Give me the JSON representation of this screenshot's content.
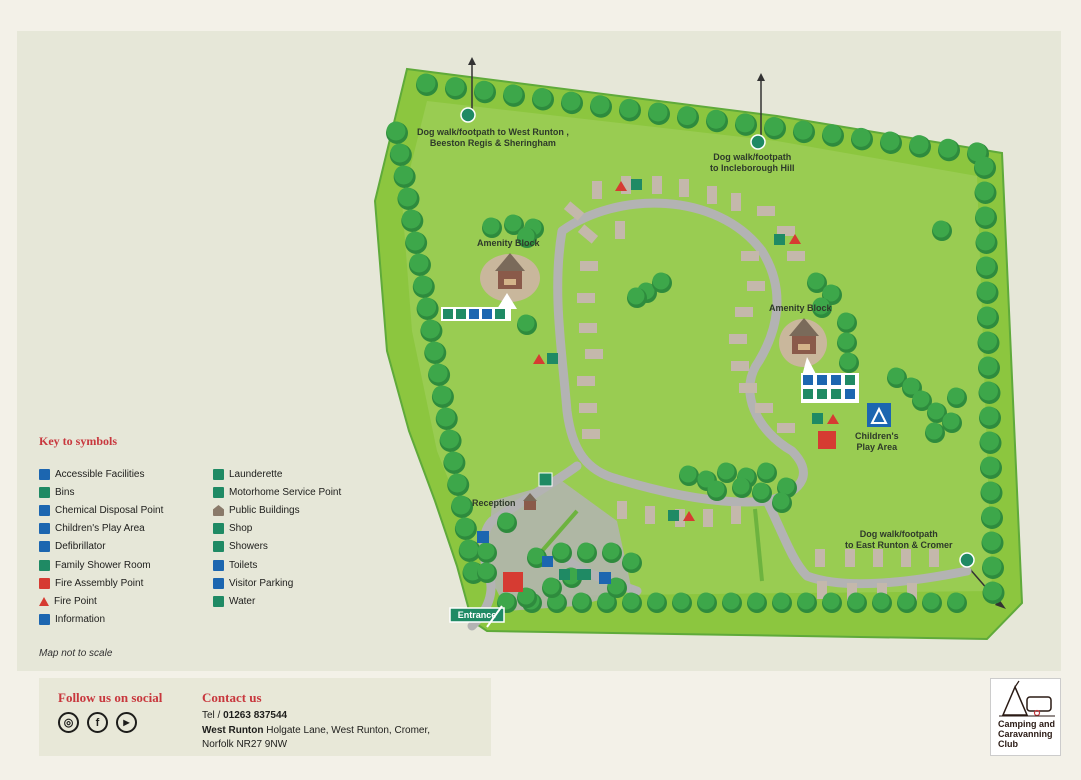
{
  "map": {
    "labels": {
      "dogwalk_west": "Dog walk/footpath to West Runton ,\nBeeston Regis & Sheringham",
      "dogwalk_north": "Dog walk/footpath\nto Incleborough Hill",
      "amenity_left": "Amenity Block",
      "amenity_right": "Amenity Block",
      "play_area": "Children's\nPlay Area",
      "reception": "Reception",
      "dogwalk_east": "Dog walk/footpath\nto East Runton & Cromer",
      "entrance": "Entrance"
    },
    "colors": {
      "grass": "#8cc63f",
      "road": "#b3b3b3",
      "pitch": "#c4b8ab",
      "tree": "#3da74a",
      "tree_dark": "#2e8b3d",
      "border": "#5faa3a"
    }
  },
  "key": {
    "title": "Key to symbols",
    "items_left": [
      {
        "label": "Accessible Facilities",
        "icon": "accessible-icon",
        "style": "blue"
      },
      {
        "label": "Bins",
        "icon": "bin-icon",
        "style": "green"
      },
      {
        "label": "Chemical Disposal Point",
        "icon": "chemical-disposal-icon",
        "style": "blue"
      },
      {
        "label": "Children's Play Area",
        "icon": "play-area-icon",
        "style": "blue"
      },
      {
        "label": "Defibrillator",
        "icon": "defibrillator-icon",
        "style": "blue"
      },
      {
        "label": "Family Shower Room",
        "icon": "family-shower-icon",
        "style": "green"
      },
      {
        "label": "Fire Assembly Point",
        "icon": "fire-assembly-icon",
        "style": "red"
      },
      {
        "label": "Fire Point",
        "icon": "fire-point-icon",
        "style": "tri"
      },
      {
        "label": "Information",
        "icon": "information-icon",
        "style": "blue"
      }
    ],
    "items_right": [
      {
        "label": "Launderette",
        "icon": "launderette-icon",
        "style": "green"
      },
      {
        "label": "Motorhome Service Point",
        "icon": "motorhome-service-icon",
        "style": "green"
      },
      {
        "label": "Public Buildings",
        "icon": "public-building-icon",
        "style": "bld"
      },
      {
        "label": "Shop",
        "icon": "shop-icon",
        "style": "green"
      },
      {
        "label": "Showers",
        "icon": "shower-icon",
        "style": "green"
      },
      {
        "label": "Toilets",
        "icon": "toilets-icon",
        "style": "blue"
      },
      {
        "label": "Visitor Parking",
        "icon": "parking-icon",
        "style": "blue"
      },
      {
        "label": "Water",
        "icon": "water-icon",
        "style": "green"
      }
    ]
  },
  "note": "Map not to scale",
  "footer": {
    "social_title": "Follow us on social",
    "social": [
      {
        "icon": "instagram-icon",
        "glyph": "◎"
      },
      {
        "icon": "facebook-icon",
        "glyph": "f"
      },
      {
        "icon": "youtube-icon",
        "glyph": "▶"
      }
    ],
    "contact_title": "Contact us",
    "tel_prefix": "Tel / ",
    "tel": "01263 837544",
    "site_name": "West Runton",
    "address_line1": " Holgate Lane, West Runton, Cromer,",
    "address_line2": "Norfolk NR27 9NW"
  },
  "logo": {
    "line1": "Camping and",
    "line2": "Caravanning",
    "line3": "Club"
  }
}
